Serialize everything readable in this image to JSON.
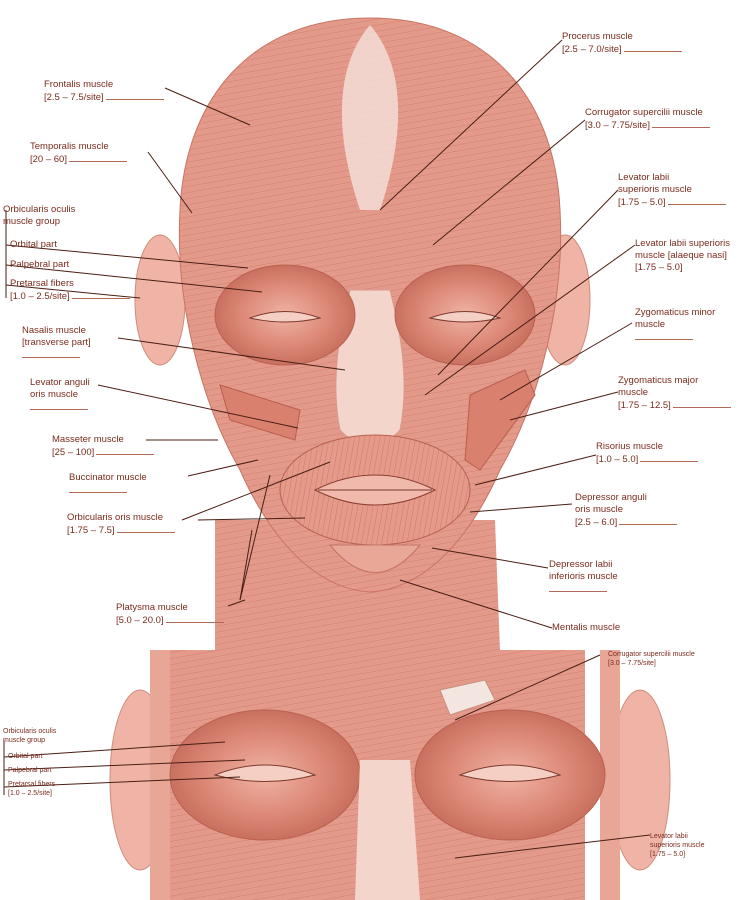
{
  "top_labels": {
    "frontalis": {
      "name": "Frontalis muscle",
      "dose": "[2.5 – 7.5/site]"
    },
    "temporalis": {
      "name": "Temporalis muscle",
      "dose": "[20 – 60]"
    },
    "orbicularis_group": {
      "name": "Orbicularis oculis",
      "name2": "muscle group"
    },
    "orbital_part": {
      "name": "Orbital part"
    },
    "palpebral_part": {
      "name": "Palpebral part"
    },
    "pretarsal": {
      "name": "Pretarsal fibers",
      "dose": "[1.0 – 2.5/site]"
    },
    "nasalis": {
      "name": "Nasalis muscle",
      "name2": "[transverse part]"
    },
    "levator_anguli": {
      "name": "Levator anguli",
      "name2": "oris muscle"
    },
    "masseter": {
      "name": "Masseter muscle",
      "dose": "[25 – 100]"
    },
    "buccinator": {
      "name": "Buccinator muscle"
    },
    "orbicularis_oris": {
      "name": "Orbicularis oris muscle",
      "dose": "[1.75 – 7.5]"
    },
    "platysma": {
      "name": "Platysma muscle",
      "dose": "[5.0 – 20.0]"
    },
    "procerus": {
      "name": "Procerus muscle",
      "dose": "[2.5 – 7.0/site]"
    },
    "corrugator": {
      "name": "Corrugator supercilii muscle",
      "dose": "[3.0 – 7.75/site]"
    },
    "levator_labii": {
      "name": "Levator labii",
      "name2": "superioris muscle",
      "dose": "[1.75 – 5.0]"
    },
    "levator_labii_alaeque": {
      "name": "Levator labii superioris",
      "name2": "muscle [alaeque nasi]",
      "dose": "[1.75 – 5.0]"
    },
    "zygomaticus_minor": {
      "name": "Zygomaticus minor",
      "name2": "muscle"
    },
    "zygomaticus_major": {
      "name": "Zygomaticus major",
      "name2": "muscle",
      "dose": "[1.75 – 12.5]"
    },
    "risorius": {
      "name": "Risorius muscle",
      "dose": "[1.0 – 5.0]"
    },
    "depressor_anguli": {
      "name": "Depressor anguli",
      "name2": "oris muscle",
      "dose": "[2.5 – 6.0]"
    },
    "depressor_labii": {
      "name": "Depressor labii",
      "name2": "inferioris muscle"
    },
    "mentalis": {
      "name": "Mentalis muscle"
    }
  },
  "bottom_labels": {
    "corrugator": {
      "name": "Corrugator supercilii muscle",
      "dose": "[3.0 – 7.75/site]"
    },
    "orbicularis_group": {
      "name": "Orbicularis oculis",
      "name2": "muscle group"
    },
    "orbital_part": {
      "name": "Orbital part"
    },
    "palpebral_part": {
      "name": "Palpebral part"
    },
    "pretarsal": {
      "name": "Pretarsal fibers",
      "dose": "[1.0 – 2.5/site]"
    },
    "levator_labii": {
      "name": "Levator labii",
      "name2": "superioris muscle",
      "dose": "[1.75 – 5.0]"
    }
  },
  "colors": {
    "muscle": "#e49a8a",
    "muscle_dark": "#c96f5e",
    "skin_light": "#f5d8cf",
    "tendon": "#f3e6e1",
    "label_text": "#7a2b1d",
    "leader_line": "#4a1e14"
  }
}
